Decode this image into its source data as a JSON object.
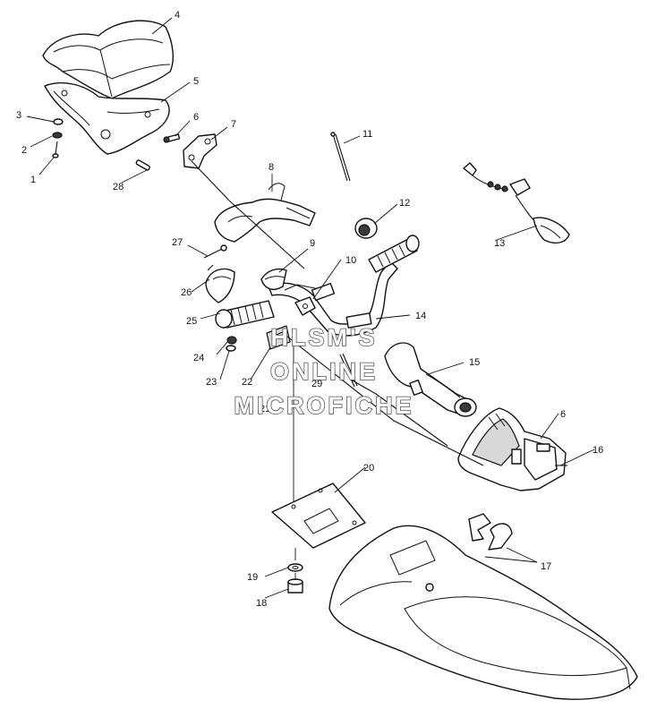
{
  "callouts": {
    "c1": "1",
    "c2": "2",
    "c3": "3",
    "c4": "4",
    "c5": "5",
    "c6a": "6",
    "c6b": "6",
    "c7": "7",
    "c8": "8",
    "c9": "9",
    "c10": "10",
    "c11": "11",
    "c12": "12",
    "c13": "13",
    "c14": "14",
    "c15": "15",
    "c16": "16",
    "c17": "17",
    "c18": "18",
    "c19": "19",
    "c20": "20",
    "c21": "21",
    "c22": "22",
    "c23": "23",
    "c24": "24",
    "c25": "25",
    "c26": "26",
    "c27": "27",
    "c28": "28",
    "c29": "29"
  },
  "watermark": {
    "line1": "HLSM'S",
    "line2": "ONLINE",
    "line3": "MICROFICHE"
  }
}
